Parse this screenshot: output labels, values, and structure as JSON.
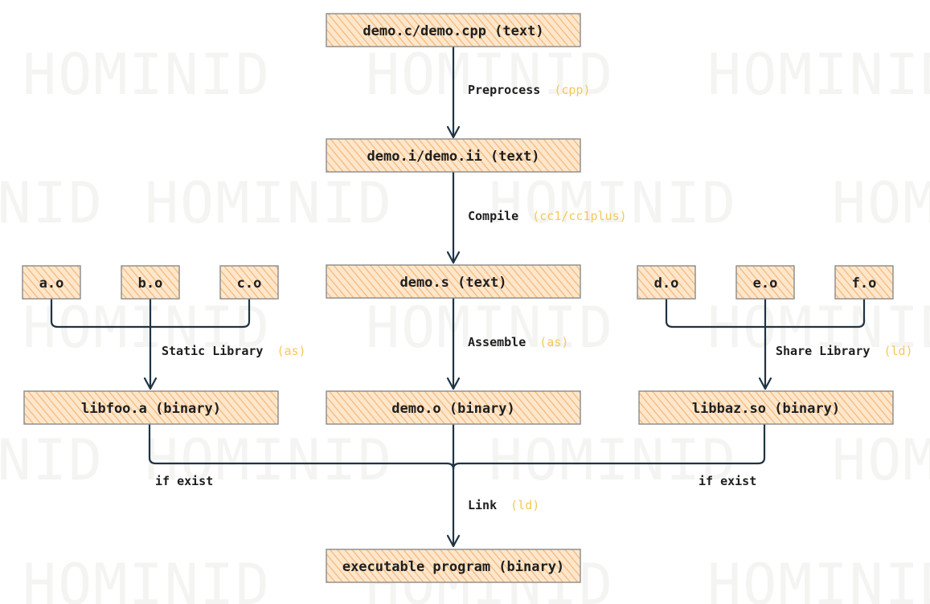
{
  "watermark": "HOMINID",
  "colors": {
    "box_fill": "#fbd3a4",
    "box_stroke": "#8a8a8a",
    "arrow": "#1f3344",
    "tool_highlight": "#f5c85a",
    "text": "#1e1e1e"
  },
  "nodes": {
    "source": "demo.c/demo.cpp (text)",
    "preprocessed": "demo.i/demo.ii (text)",
    "assembly": "demo.s (text)",
    "object": "demo.o (binary)",
    "executable": "executable program (binary)",
    "static_lib": "libfoo.a (binary)",
    "shared_lib": "libbaz.so (binary)",
    "a_o": "a.o",
    "b_o": "b.o",
    "c_o": "c.o",
    "d_o": "d.o",
    "e_o": "e.o",
    "f_o": "f.o"
  },
  "edges": {
    "preprocess": {
      "label": "Preprocess",
      "tool": "(cpp)"
    },
    "compile": {
      "label": "Compile",
      "tool": "(cc1/cc1plus)"
    },
    "assemble": {
      "label": "Assemble",
      "tool": "(as)"
    },
    "static_library": {
      "label": "Static Library",
      "tool": "(as)"
    },
    "share_library": {
      "label": "Share Library",
      "tool": "(ld)"
    },
    "link": {
      "label": "Link",
      "tool": "(ld)"
    },
    "if_exist_left": "if exist",
    "if_exist_right": "if exist"
  }
}
